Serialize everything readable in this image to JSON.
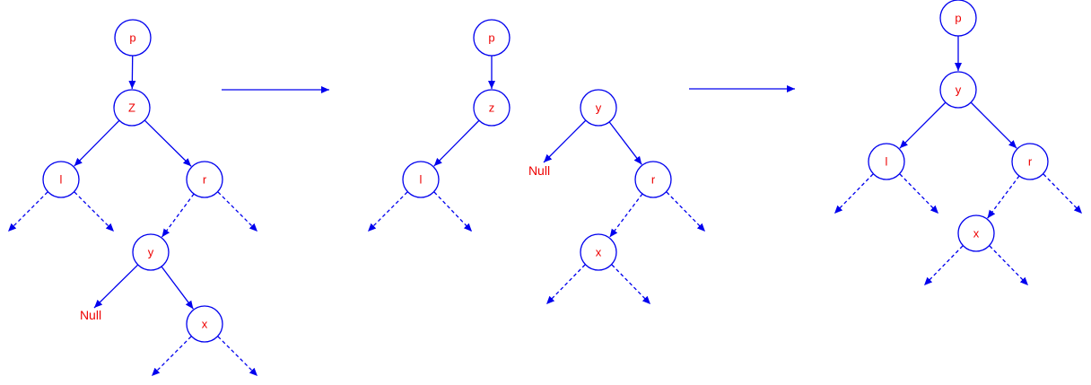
{
  "colors": {
    "stroke": "#0000ee",
    "label": "#ee0000",
    "background": "#ffffff",
    "fill": "#ffffff"
  },
  "panels": [
    {
      "name": "before",
      "nodes": [
        {
          "id": "p",
          "label": "p"
        },
        {
          "id": "Z",
          "label": "Z"
        },
        {
          "id": "l",
          "label": "l"
        },
        {
          "id": "r",
          "label": "r"
        },
        {
          "id": "y",
          "label": "y"
        },
        {
          "id": "x",
          "label": "x"
        }
      ],
      "null_labels": [
        {
          "id": "null",
          "label": "Null"
        }
      ],
      "edges": [
        {
          "from": "p",
          "to": "Z",
          "style": "solid"
        },
        {
          "from": "Z",
          "to": "l",
          "style": "solid"
        },
        {
          "from": "Z",
          "to": "r",
          "style": "solid"
        },
        {
          "from": "r",
          "to": "y",
          "style": "dashed"
        },
        {
          "from": "y",
          "to": "null",
          "style": "solid"
        },
        {
          "from": "y",
          "to": "x",
          "style": "solid"
        }
      ],
      "stubs": [
        "l-left",
        "l-right",
        "r-right",
        "x-left",
        "x-right"
      ]
    },
    {
      "name": "middle",
      "nodes": [
        {
          "id": "p",
          "label": "p"
        },
        {
          "id": "z",
          "label": "z"
        },
        {
          "id": "l",
          "label": "l"
        },
        {
          "id": "y",
          "label": "y"
        },
        {
          "id": "r",
          "label": "r"
        },
        {
          "id": "x",
          "label": "x"
        }
      ],
      "null_labels": [
        {
          "id": "null",
          "label": "Null"
        }
      ],
      "edges": [
        {
          "from": "p",
          "to": "z",
          "style": "solid"
        },
        {
          "from": "z",
          "to": "l",
          "style": "solid"
        },
        {
          "from": "y",
          "to": "null",
          "style": "solid"
        },
        {
          "from": "y",
          "to": "r",
          "style": "solid"
        },
        {
          "from": "r",
          "to": "x",
          "style": "dashed"
        }
      ],
      "stubs": [
        "l-left",
        "l-right",
        "r-right",
        "x-left",
        "x-right"
      ]
    },
    {
      "name": "after",
      "nodes": [
        {
          "id": "p",
          "label": "p"
        },
        {
          "id": "y",
          "label": "y"
        },
        {
          "id": "l",
          "label": "l"
        },
        {
          "id": "r",
          "label": "r"
        },
        {
          "id": "x",
          "label": "x"
        }
      ],
      "null_labels": [],
      "edges": [
        {
          "from": "p",
          "to": "y",
          "style": "solid"
        },
        {
          "from": "y",
          "to": "l",
          "style": "solid"
        },
        {
          "from": "y",
          "to": "r",
          "style": "solid"
        },
        {
          "from": "r",
          "to": "x",
          "style": "dashed"
        }
      ],
      "stubs": [
        "l-left",
        "l-right",
        "r-right",
        "x-left",
        "x-right"
      ]
    }
  ],
  "transition_arrows": [
    {
      "id": "arrow-1"
    },
    {
      "id": "arrow-2"
    }
  ]
}
